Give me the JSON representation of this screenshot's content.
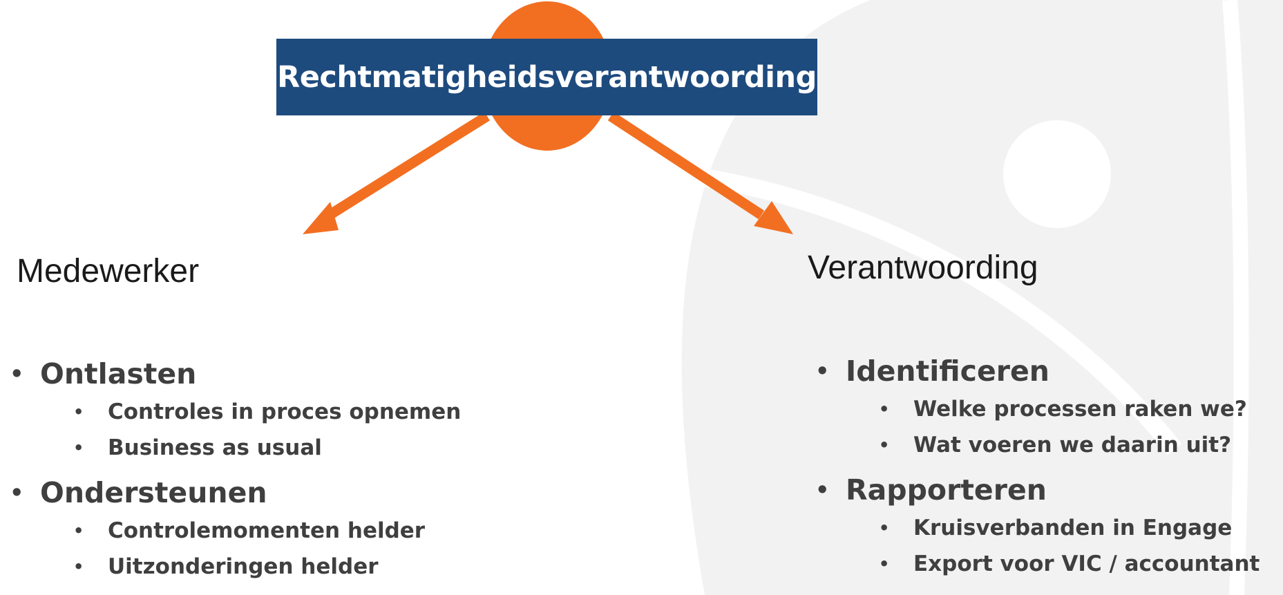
{
  "colors": {
    "title_bg": "#1E4B7E",
    "accent": "#F26F21",
    "watermark": "#F2F2F2",
    "text": "#3F3F3F"
  },
  "title": "Rechtmatigheidsverantwoording",
  "left": {
    "heading": "Medewerker",
    "items": [
      {
        "label": "Ontlasten",
        "sub": [
          "Controles in proces opnemen",
          "Business as usual"
        ]
      },
      {
        "label": "Ondersteunen",
        "sub": [
          "Controlemomenten helder",
          "Uitzonderingen helder"
        ]
      }
    ]
  },
  "right": {
    "heading": "Verantwoording",
    "items": [
      {
        "label": "Identificeren",
        "sub": [
          "Welke processen raken we?",
          "Wat voeren we daarin uit?"
        ]
      },
      {
        "label": "Rapporteren",
        "sub": [
          "Kruisverbanden in Engage",
          "Export voor VIC / accountant"
        ]
      }
    ]
  },
  "bullet": "•"
}
